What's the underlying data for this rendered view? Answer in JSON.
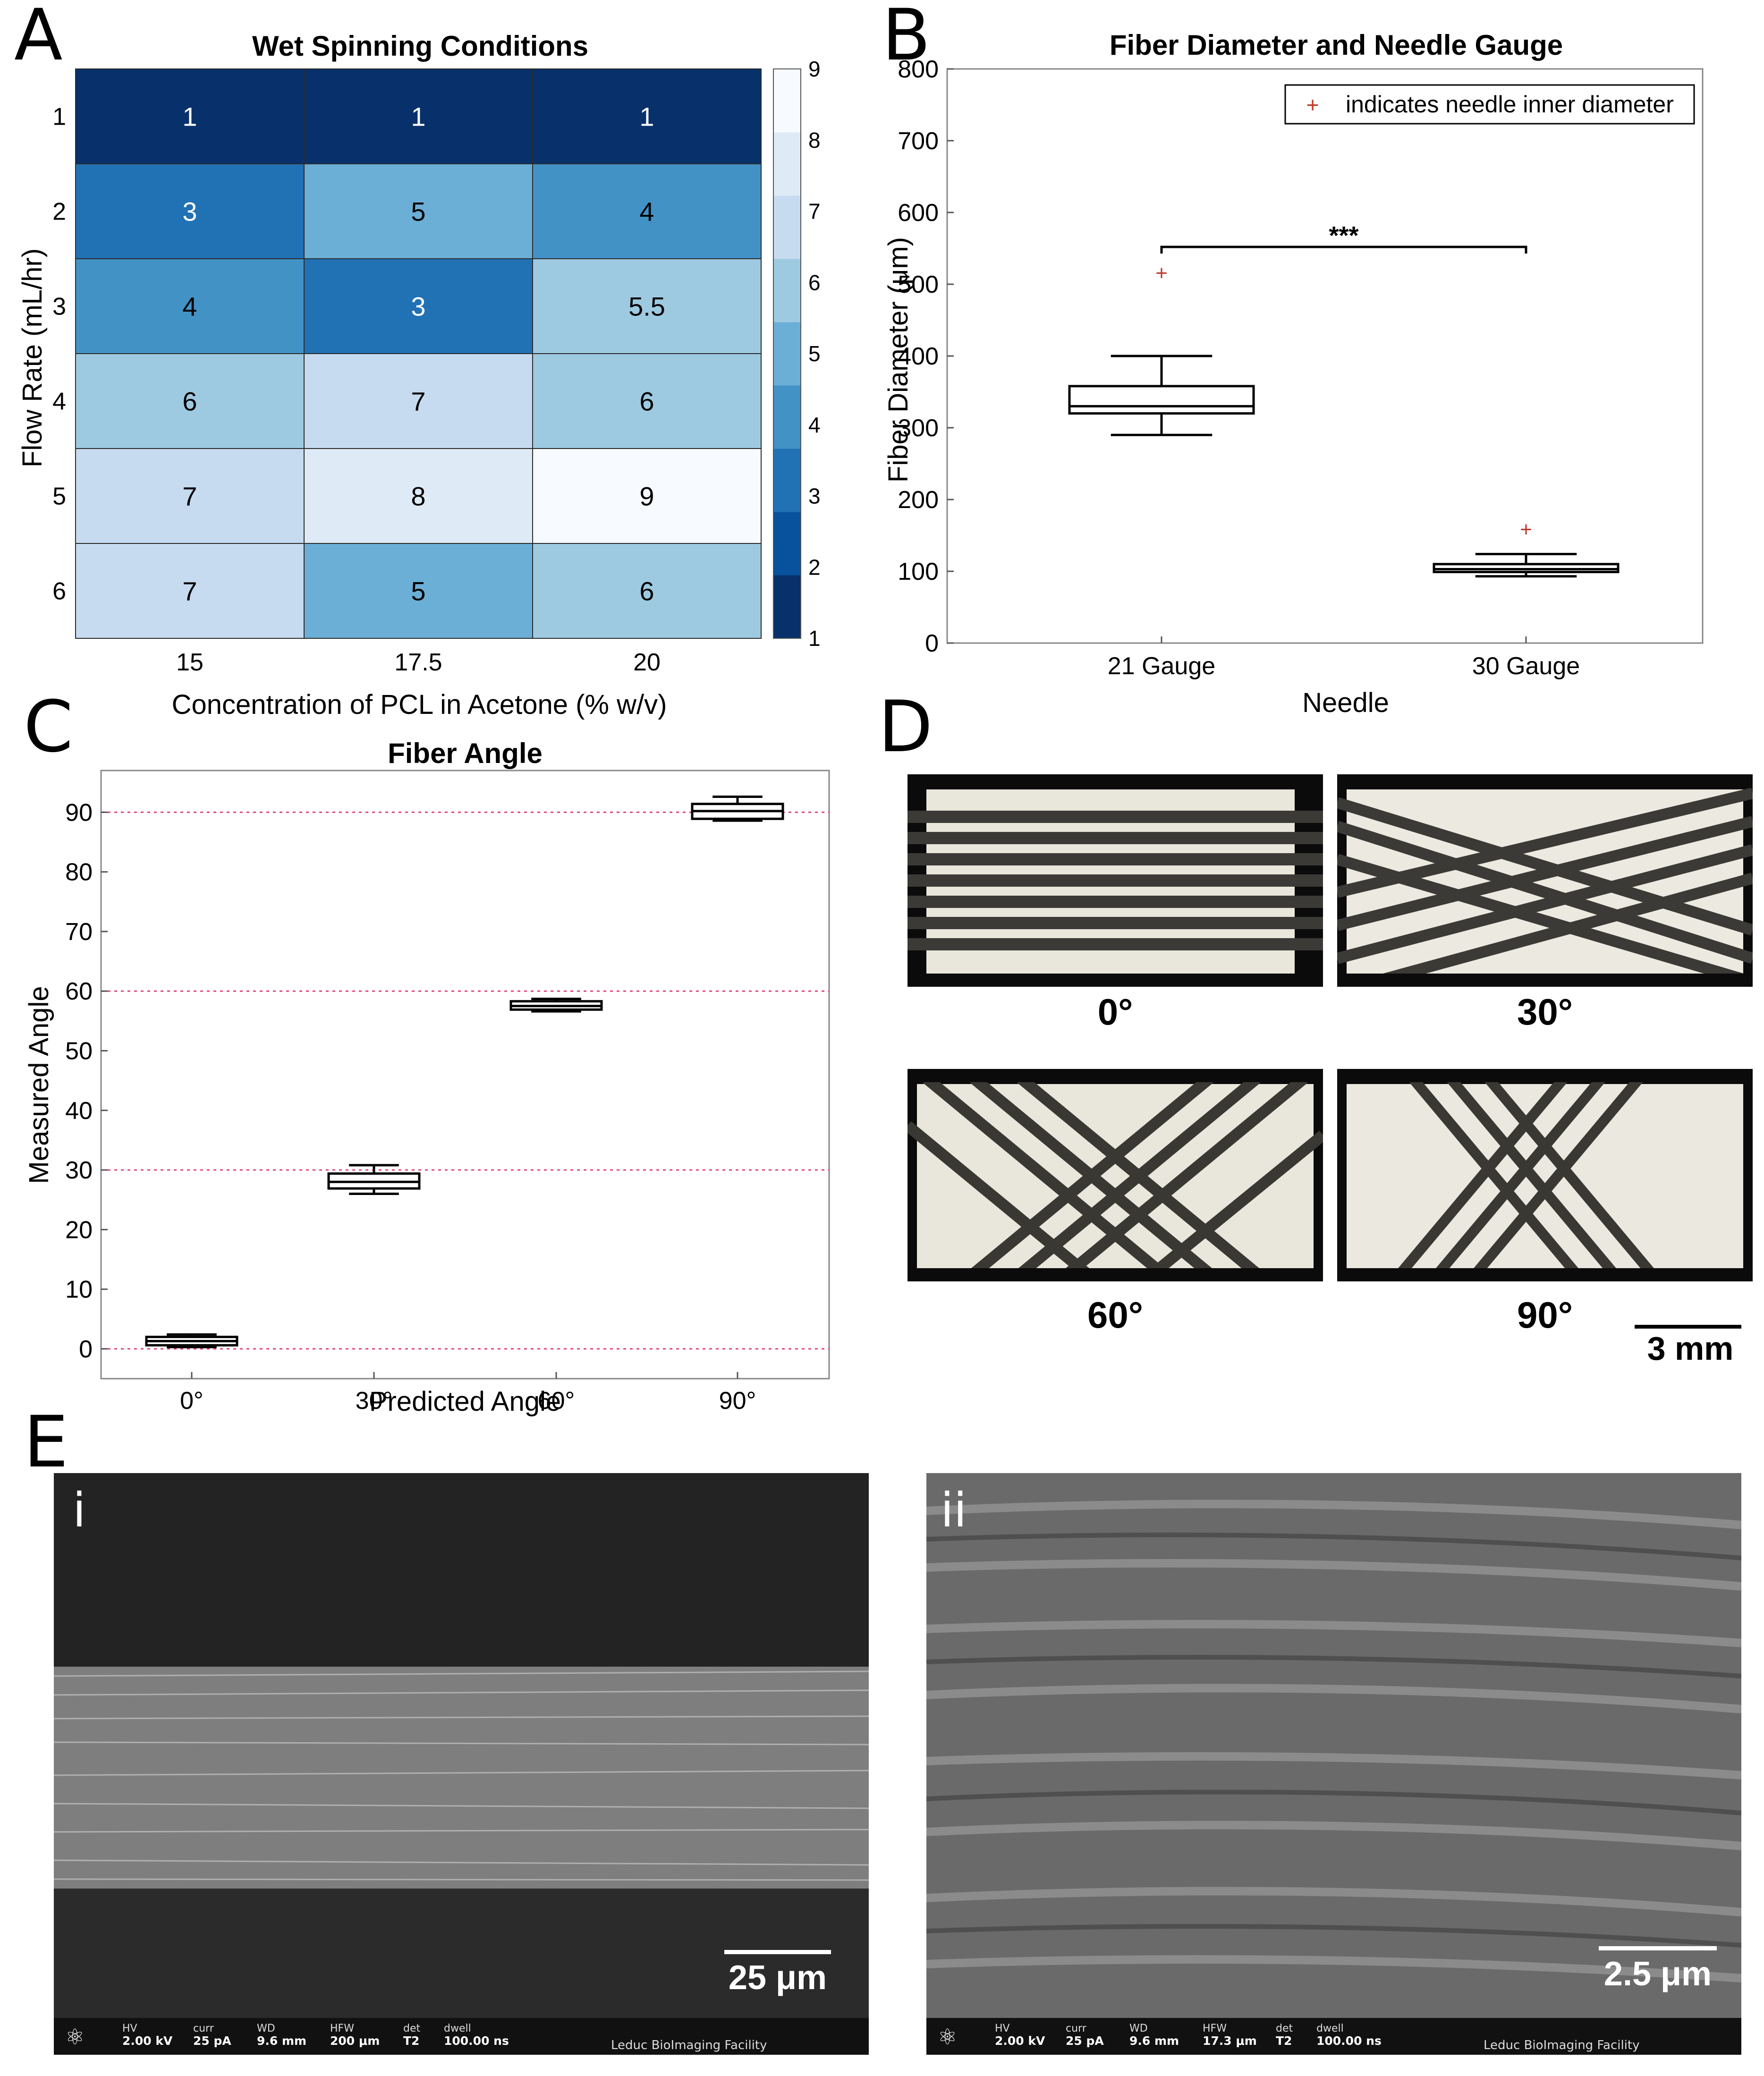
{
  "panels": {
    "a": "A",
    "b": "B",
    "c": "C",
    "d": "D",
    "e": "E"
  },
  "chart_data": [
    {
      "type": "heatmap",
      "title": "Wet Spinning Conditions",
      "xlabel": "Concentration of PCL in Acetone (% w/v)",
      "ylabel": "Flow Rate (mL/hr)",
      "x": [
        "15",
        "17.5",
        "20"
      ],
      "y": [
        "1",
        "2",
        "3",
        "4",
        "5",
        "6"
      ],
      "values": [
        [
          1,
          1,
          1
        ],
        [
          3,
          5,
          4
        ],
        [
          4,
          3,
          5.5
        ],
        [
          6,
          7,
          6
        ],
        [
          7,
          8,
          9
        ],
        [
          7,
          5,
          6
        ]
      ],
      "value_labels": [
        [
          "1",
          "1",
          "1"
        ],
        [
          "3",
          "5",
          "4"
        ],
        [
          "4",
          "3",
          "5.5"
        ],
        [
          "6",
          "7",
          "6"
        ],
        [
          "7",
          "8",
          "9"
        ],
        [
          "7",
          "5",
          "6"
        ]
      ],
      "colorbar": {
        "min": 1,
        "max": 9,
        "ticks": [
          "1",
          "2",
          "3",
          "4",
          "5",
          "6",
          "7",
          "8",
          "9"
        ]
      },
      "colormap": [
        "#08306b",
        "#08519c",
        "#2171b5",
        "#4292c6",
        "#6baed6",
        "#9ecae1",
        "#c6dbef",
        "#deebf7",
        "#f7fbff"
      ]
    },
    {
      "type": "box",
      "title": "Fiber Diameter and Needle Gauge",
      "xlabel": "Needle",
      "ylabel": "Fiber Diameter (μm)",
      "ylim": [
        0,
        800
      ],
      "yticks": [
        "0",
        "100",
        "200",
        "300",
        "400",
        "500",
        "600",
        "700",
        "800"
      ],
      "categories": [
        "21 Gauge",
        "30 Gauge"
      ],
      "boxes": [
        {
          "whisker_low": 290,
          "q1": 320,
          "median": 330,
          "q3": 358,
          "whisker_high": 400,
          "marker": 515
        },
        {
          "whisker_low": 93,
          "q1": 99,
          "median": 103,
          "q3": 110,
          "whisker_high": 124,
          "marker": 158
        }
      ],
      "legend": {
        "entry": "indicates needle inner diameter",
        "marker_color": "#c0392b",
        "position": "top-right"
      },
      "significance": "***",
      "grid": false
    },
    {
      "type": "box",
      "title": "Fiber Angle",
      "xlabel": "Predicted Angle",
      "ylabel": "Measured Angle",
      "ylim": [
        -5,
        97
      ],
      "yticks": [
        "0",
        "10",
        "20",
        "30",
        "40",
        "50",
        "60",
        "70",
        "80",
        "90"
      ],
      "categories": [
        "0°",
        "30°",
        "60°",
        "90°"
      ],
      "boxes": [
        {
          "whisker_low": 0.3,
          "q1": 0.6,
          "median": 1.3,
          "q3": 2.0,
          "whisker_high": 2.4
        },
        {
          "whisker_low": 26.0,
          "q1": 26.9,
          "median": 28.0,
          "q3": 29.4,
          "whisker_high": 30.8
        },
        {
          "whisker_low": 56.6,
          "q1": 56.9,
          "median": 57.5,
          "q3": 58.3,
          "whisker_high": 58.7
        },
        {
          "whisker_low": 88.6,
          "q1": 88.9,
          "median": 90.2,
          "q3": 91.4,
          "whisker_high": 92.6
        }
      ],
      "reference_lines": [
        0,
        30,
        60,
        90
      ],
      "reference_color": "#e0457b",
      "grid": false
    }
  ],
  "photos": {
    "labels": [
      "0°",
      "30°",
      "60°",
      "90°"
    ],
    "scale_bar": "3 mm"
  },
  "sem": {
    "panel_i": {
      "sublabel": "i",
      "scale": "25 μm",
      "bar": [
        [
          "HV",
          "2.00 kV"
        ],
        [
          "curr",
          "25 pA"
        ],
        [
          "WD",
          "9.6 mm"
        ],
        [
          "HFW",
          "200 μm"
        ],
        [
          "det",
          "T2"
        ],
        [
          "dwell",
          "100.00 ns"
        ]
      ],
      "facility": "Leduc BioImaging Facility"
    },
    "panel_ii": {
      "sublabel": "ii",
      "scale": "2.5 μm",
      "bar": [
        [
          "HV",
          "2.00 kV"
        ],
        [
          "curr",
          "25 pA"
        ],
        [
          "WD",
          "9.6 mm"
        ],
        [
          "HFW",
          "17.3 μm"
        ],
        [
          "det",
          "T2"
        ],
        [
          "dwell",
          "100.00 ns"
        ]
      ],
      "facility": "Leduc BioImaging Facility"
    }
  }
}
